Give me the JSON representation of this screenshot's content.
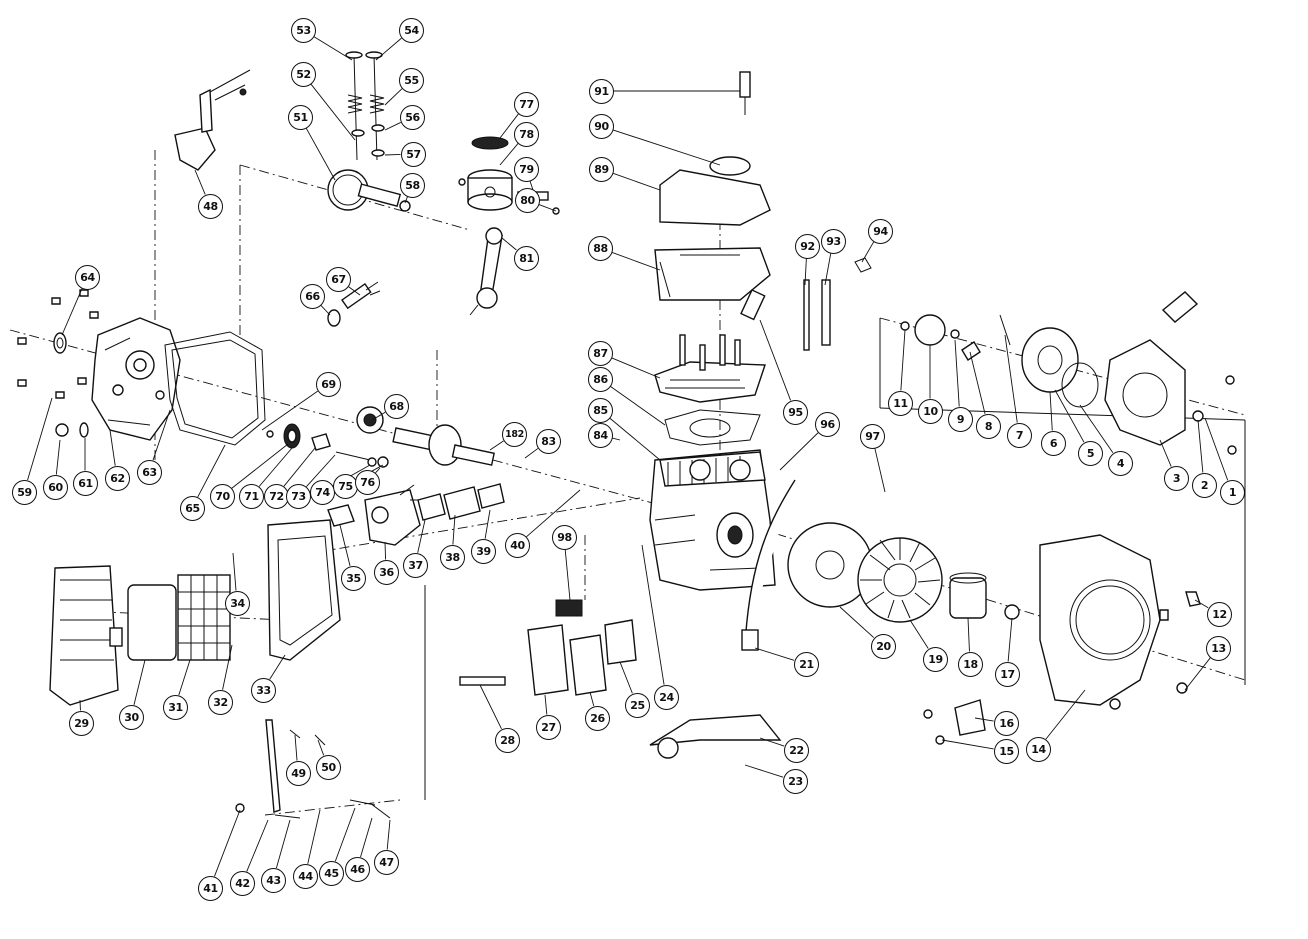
{
  "diagram": {
    "callouts": [
      {
        "id": "1",
        "label": "1"
      },
      {
        "id": "2",
        "label": "2"
      },
      {
        "id": "3",
        "label": "3"
      },
      {
        "id": "4",
        "label": "4"
      },
      {
        "id": "5",
        "label": "5"
      },
      {
        "id": "6",
        "label": "6"
      },
      {
        "id": "7",
        "label": "7"
      },
      {
        "id": "8",
        "label": "8"
      },
      {
        "id": "9",
        "label": "9"
      },
      {
        "id": "10",
        "label": "10"
      },
      {
        "id": "11",
        "label": "11"
      },
      {
        "id": "12",
        "label": "12"
      },
      {
        "id": "13",
        "label": "13"
      },
      {
        "id": "14",
        "label": "14"
      },
      {
        "id": "15",
        "label": "15"
      },
      {
        "id": "16",
        "label": "16"
      },
      {
        "id": "17",
        "label": "17"
      },
      {
        "id": "18",
        "label": "18"
      },
      {
        "id": "19",
        "label": "19"
      },
      {
        "id": "20",
        "label": "20"
      },
      {
        "id": "21",
        "label": "21"
      },
      {
        "id": "22",
        "label": "22"
      },
      {
        "id": "23",
        "label": "23"
      },
      {
        "id": "24",
        "label": "24"
      },
      {
        "id": "25",
        "label": "25"
      },
      {
        "id": "26",
        "label": "26"
      },
      {
        "id": "27",
        "label": "27"
      },
      {
        "id": "28",
        "label": "28"
      },
      {
        "id": "29",
        "label": "29"
      },
      {
        "id": "30",
        "label": "30"
      },
      {
        "id": "31",
        "label": "31"
      },
      {
        "id": "32",
        "label": "32"
      },
      {
        "id": "33",
        "label": "33"
      },
      {
        "id": "34",
        "label": "34"
      },
      {
        "id": "35",
        "label": "35"
      },
      {
        "id": "36",
        "label": "36"
      },
      {
        "id": "37",
        "label": "37"
      },
      {
        "id": "38",
        "label": "38"
      },
      {
        "id": "39",
        "label": "39"
      },
      {
        "id": "40",
        "label": "40"
      },
      {
        "id": "41",
        "label": "41"
      },
      {
        "id": "42",
        "label": "42"
      },
      {
        "id": "43",
        "label": "43"
      },
      {
        "id": "44",
        "label": "44"
      },
      {
        "id": "45",
        "label": "45"
      },
      {
        "id": "46",
        "label": "46"
      },
      {
        "id": "47",
        "label": "47"
      },
      {
        "id": "48",
        "label": "48"
      },
      {
        "id": "49",
        "label": "49"
      },
      {
        "id": "50",
        "label": "50"
      },
      {
        "id": "51",
        "label": "51"
      },
      {
        "id": "52",
        "label": "52"
      },
      {
        "id": "53",
        "label": "53"
      },
      {
        "id": "54",
        "label": "54"
      },
      {
        "id": "55",
        "label": "55"
      },
      {
        "id": "56",
        "label": "56"
      },
      {
        "id": "57",
        "label": "57"
      },
      {
        "id": "58",
        "label": "58"
      },
      {
        "id": "59",
        "label": "59"
      },
      {
        "id": "60",
        "label": "60"
      },
      {
        "id": "61",
        "label": "61"
      },
      {
        "id": "62",
        "label": "62"
      },
      {
        "id": "63",
        "label": "63"
      },
      {
        "id": "64",
        "label": "64"
      },
      {
        "id": "65",
        "label": "65"
      },
      {
        "id": "66",
        "label": "66"
      },
      {
        "id": "67",
        "label": "67"
      },
      {
        "id": "68",
        "label": "68"
      },
      {
        "id": "69",
        "label": "69"
      },
      {
        "id": "70",
        "label": "70"
      },
      {
        "id": "71",
        "label": "71"
      },
      {
        "id": "72",
        "label": "72"
      },
      {
        "id": "73",
        "label": "73"
      },
      {
        "id": "74",
        "label": "74"
      },
      {
        "id": "75",
        "label": "75"
      },
      {
        "id": "76",
        "label": "76"
      },
      {
        "id": "77",
        "label": "77"
      },
      {
        "id": "78",
        "label": "78"
      },
      {
        "id": "79",
        "label": "79"
      },
      {
        "id": "80",
        "label": "80"
      },
      {
        "id": "81",
        "label": "81"
      },
      {
        "id": "182",
        "label": "182"
      },
      {
        "id": "83",
        "label": "83"
      },
      {
        "id": "84",
        "label": "84"
      },
      {
        "id": "85",
        "label": "85"
      },
      {
        "id": "86",
        "label": "86"
      },
      {
        "id": "87",
        "label": "87"
      },
      {
        "id": "88",
        "label": "88"
      },
      {
        "id": "89",
        "label": "89"
      },
      {
        "id": "90",
        "label": "90"
      },
      {
        "id": "91",
        "label": "91"
      },
      {
        "id": "92",
        "label": "92"
      },
      {
        "id": "93",
        "label": "93"
      },
      {
        "id": "94",
        "label": "94"
      },
      {
        "id": "95",
        "label": "95"
      },
      {
        "id": "96",
        "label": "96"
      },
      {
        "id": "97",
        "label": "97"
      },
      {
        "id": "98",
        "label": "98"
      }
    ],
    "colors": {
      "ink": "#111111",
      "background": "#ffffff"
    }
  }
}
